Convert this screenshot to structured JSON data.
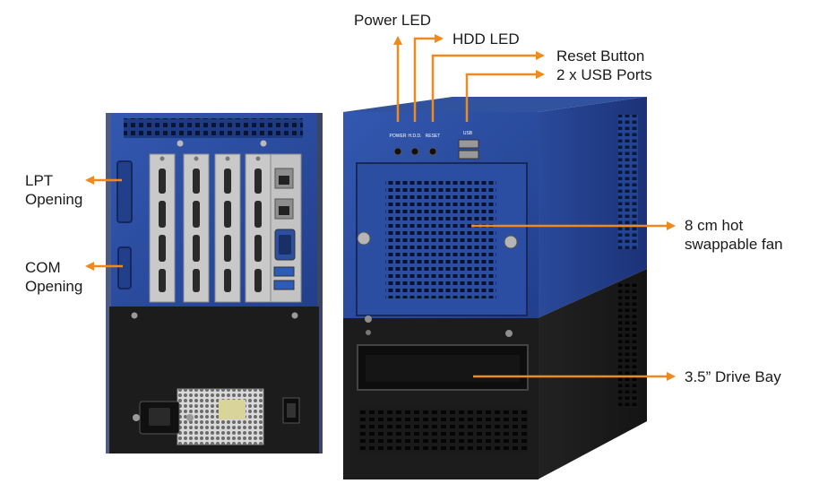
{
  "labels": {
    "power_led": "Power LED",
    "hdd_led": "HDD LED",
    "reset_button": "Reset Button",
    "usb_ports": "2 x USB Ports",
    "lpt_opening": "LPT\nOpening",
    "com_opening": "COM\nOpening",
    "fan": "8 cm hot\nswappable fan",
    "drive_bay": "3.5” Drive Bay"
  },
  "panel_text": {
    "power": "POWER",
    "hdd": "H.D.D.",
    "reset": "RESET",
    "usb": "USB"
  },
  "colors": {
    "arrow": "#ee8a1f",
    "chassis_blue": "#2a4b9c",
    "chassis_blue_dark": "#1c3478",
    "chassis_black": "#1c1c1c",
    "slot_silver": "#c9c9c9"
  }
}
